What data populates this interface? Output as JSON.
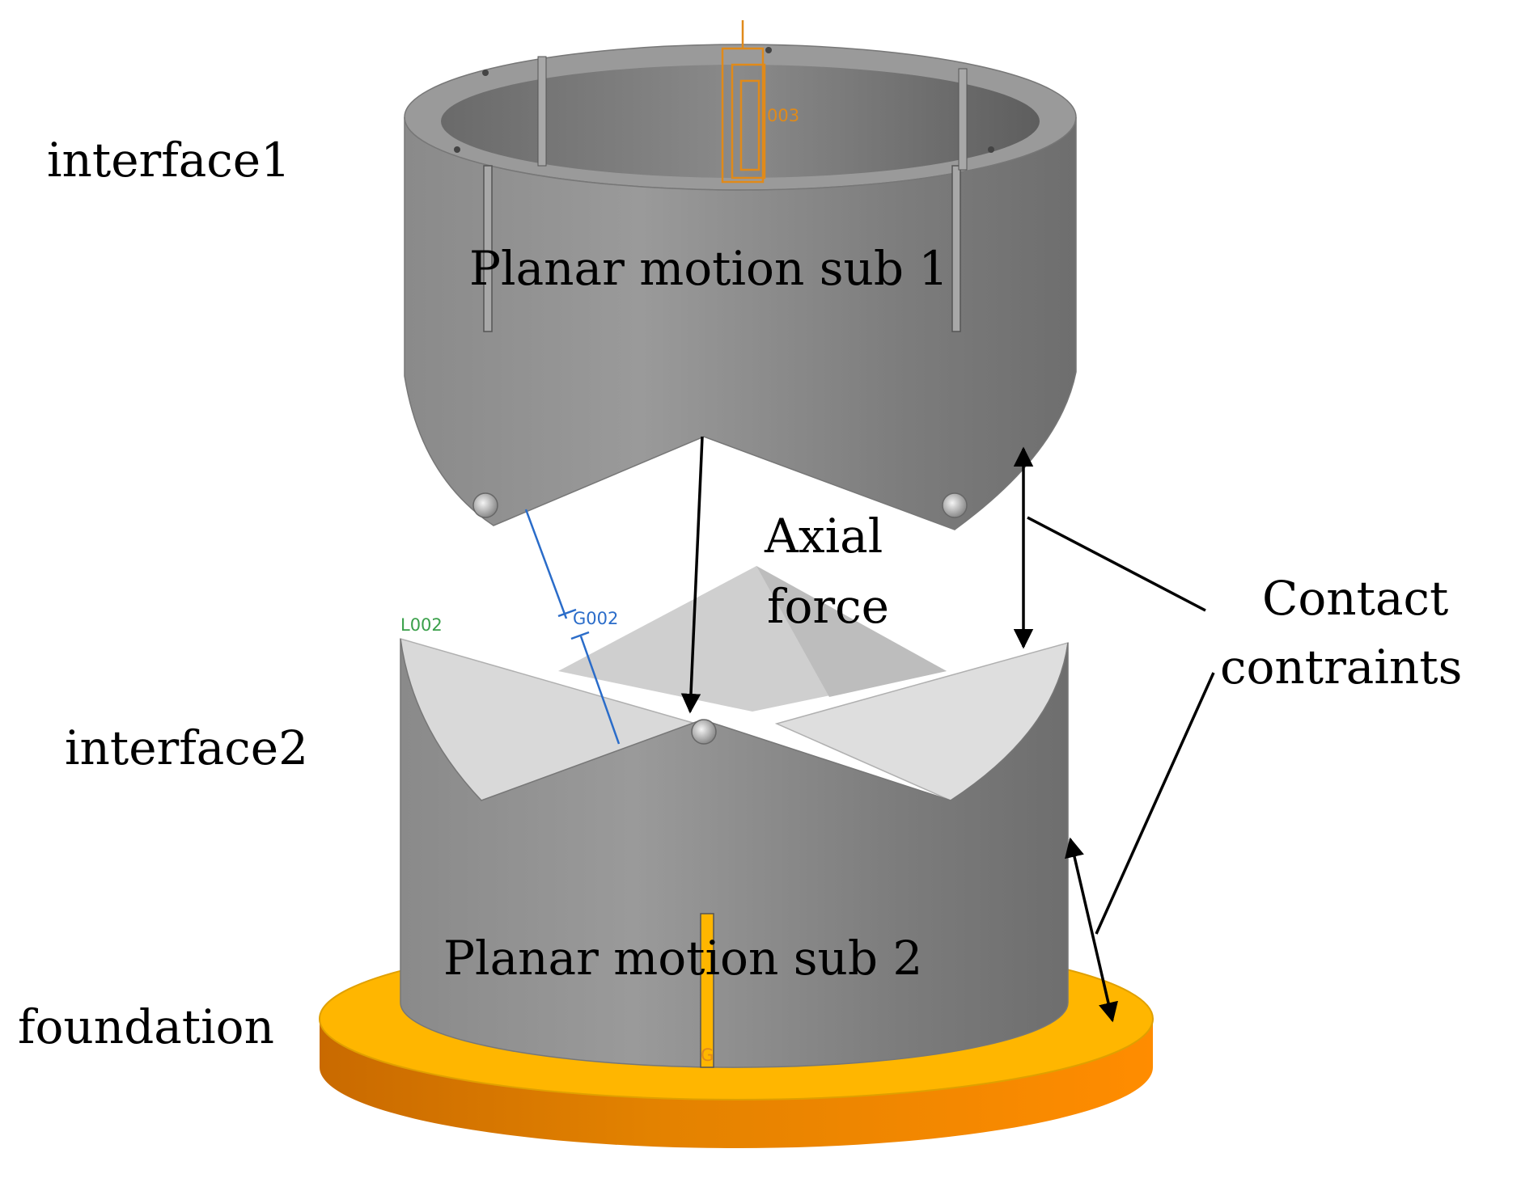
{
  "labels": {
    "interface1": "interface1",
    "interface2": "interface2",
    "foundation": "foundation",
    "sub1": "Planar motion sub 1",
    "sub2": "Planar motion sub 2",
    "axial_line1": "Axial",
    "axial_line2": "force",
    "contact_line1": "Contact",
    "contact_line2": "contraints"
  },
  "cad_tags": {
    "top": "003",
    "g002": "G002",
    "l002": "L002",
    "slot": "G"
  },
  "colors": {
    "body_gray": "#8c8c8c",
    "face_light": "#d2d2d2",
    "foundation_orange": "#f59a10",
    "foundation_top": "#ffb600",
    "marker_orange": "#e08a1a",
    "link_blue": "#2a6cc9",
    "tag_green": "#3aa04a",
    "arrow": "#000000"
  }
}
